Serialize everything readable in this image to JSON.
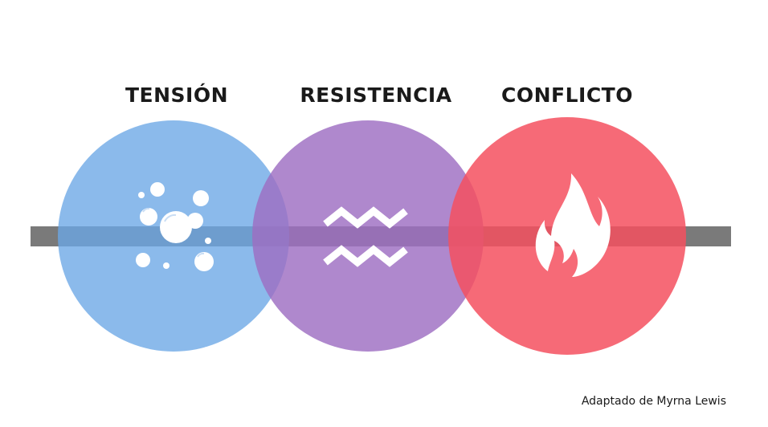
{
  "stages": [
    {
      "title": "TENSIÓN",
      "icon": "bubbles-icon",
      "color": "#6aa7e6"
    },
    {
      "title": "RESISTENCIA",
      "icon": "waves-icon",
      "color": "#9e6ec2"
    },
    {
      "title": "CONFLICTO",
      "icon": "flame-icon",
      "color": "#f4505f"
    }
  ],
  "credit": "Adaptado de Myrna Lewis",
  "bar_color": "#7a7a7a"
}
